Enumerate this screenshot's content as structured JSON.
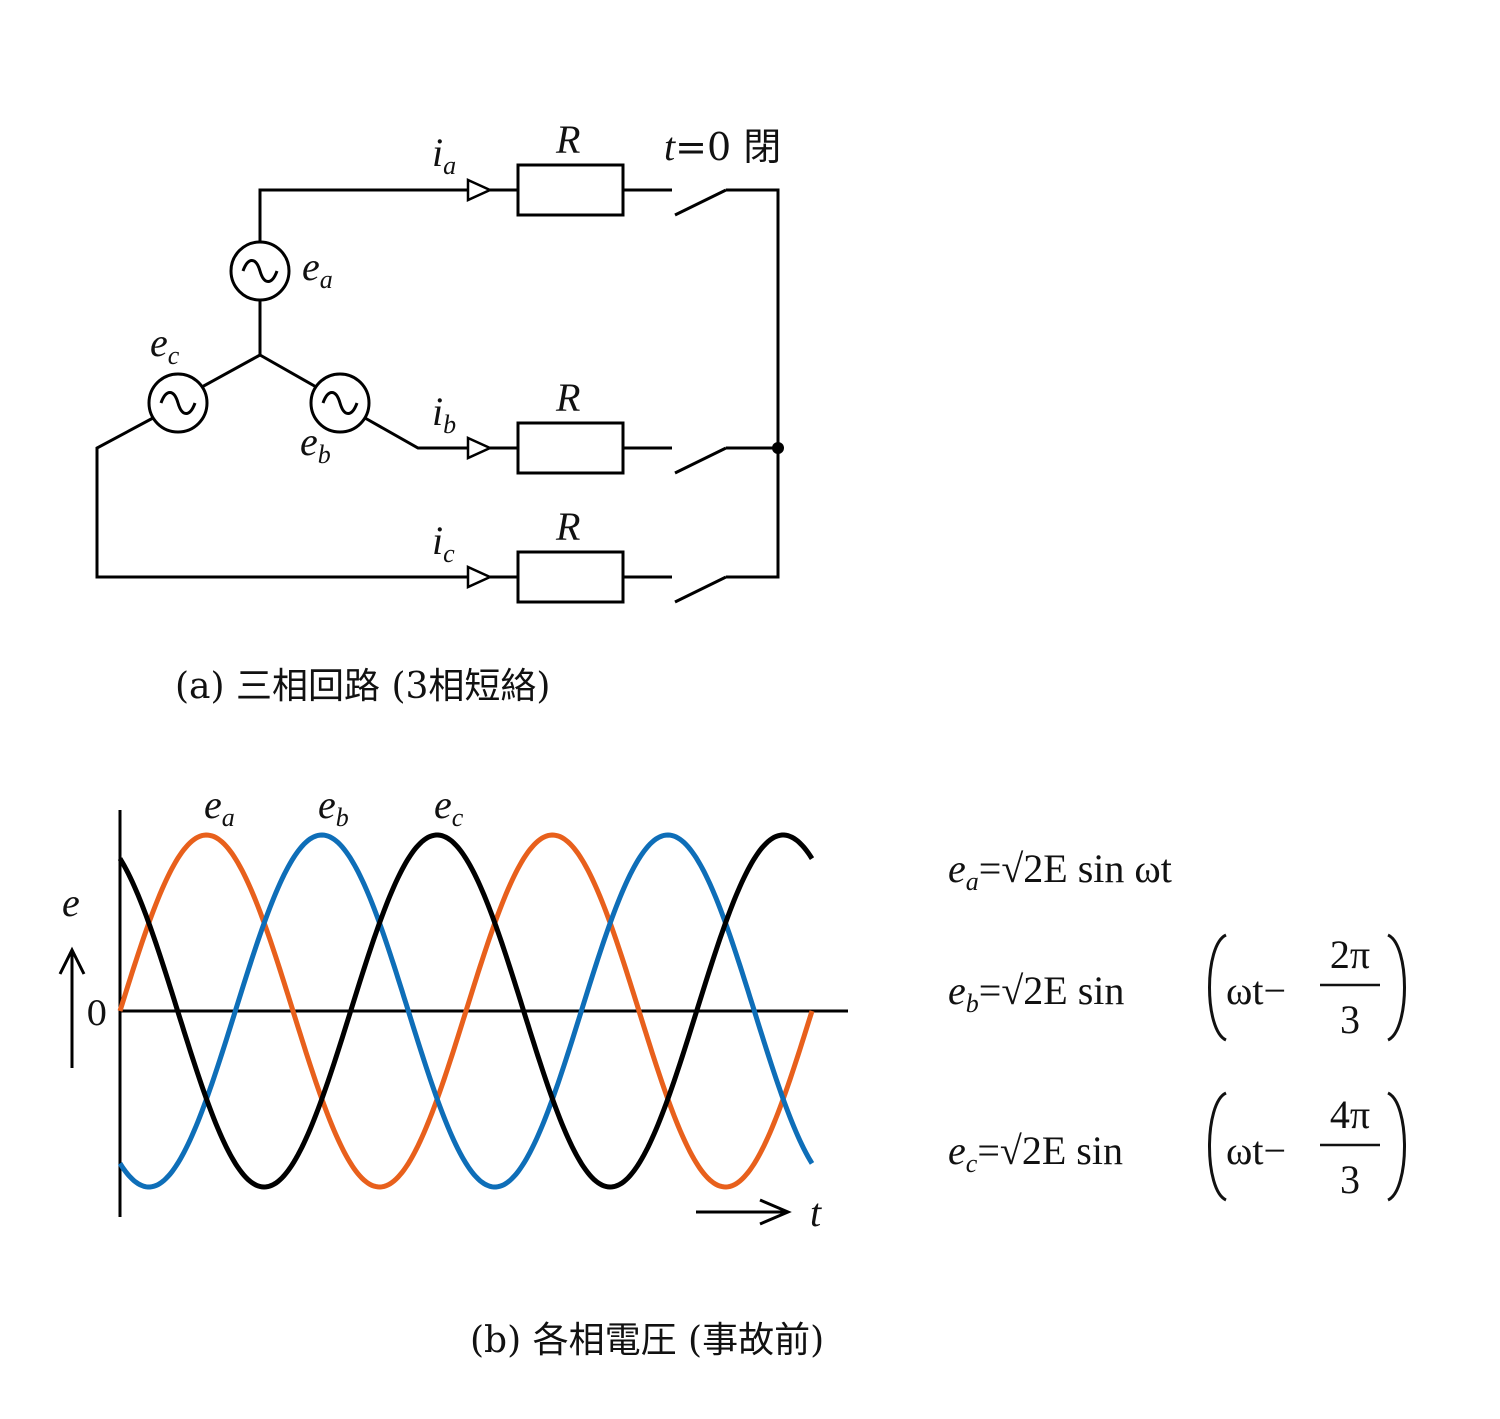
{
  "circuit": {
    "current_labels": [
      {
        "main": "i",
        "sub": "a"
      },
      {
        "main": "i",
        "sub": "b"
      },
      {
        "main": "i",
        "sub": "c"
      }
    ],
    "resistor_label": "R",
    "switch_label": {
      "t": "t",
      "rest": "=0 閉"
    },
    "source_labels": [
      {
        "main": "e",
        "sub": "a"
      },
      {
        "main": "e",
        "sub": "b"
      },
      {
        "main": "e",
        "sub": "c"
      }
    ],
    "caption": "(a) 三相回路 (3相短絡)"
  },
  "waveform": {
    "y_label": "e",
    "x_label": "t",
    "origin_label": "0",
    "caption": "(b) 各相電圧 (事故前)",
    "colors": {
      "ea": "#e8601c",
      "eb": "#0e6eb8",
      "ec": "#000000"
    },
    "equations": [
      {
        "lhs_main": "e",
        "lhs_sub": "a",
        "rhs": "=√2E sin ωt",
        "phase_num": "",
        "phase_den": ""
      },
      {
        "lhs_main": "e",
        "lhs_sub": "b",
        "rhs": "=√2E sin",
        "phase_num": "2π",
        "phase_den": "3",
        "inner": "ωt−"
      },
      {
        "lhs_main": "e",
        "lhs_sub": "c",
        "rhs": "=√2E sin",
        "phase_num": "4π",
        "phase_den": "3",
        "inner": "ωt−"
      }
    ]
  },
  "chart_data": {
    "type": "line",
    "title": "",
    "xlabel": "t",
    "ylabel": "e",
    "cycles": 2,
    "series": [
      {
        "name": "ea",
        "phase_deg": 0,
        "color": "#e8601c"
      },
      {
        "name": "eb",
        "phase_deg": -120,
        "color": "#0e6eb8"
      },
      {
        "name": "ec",
        "phase_deg": -240,
        "color": "#000000"
      }
    ]
  }
}
